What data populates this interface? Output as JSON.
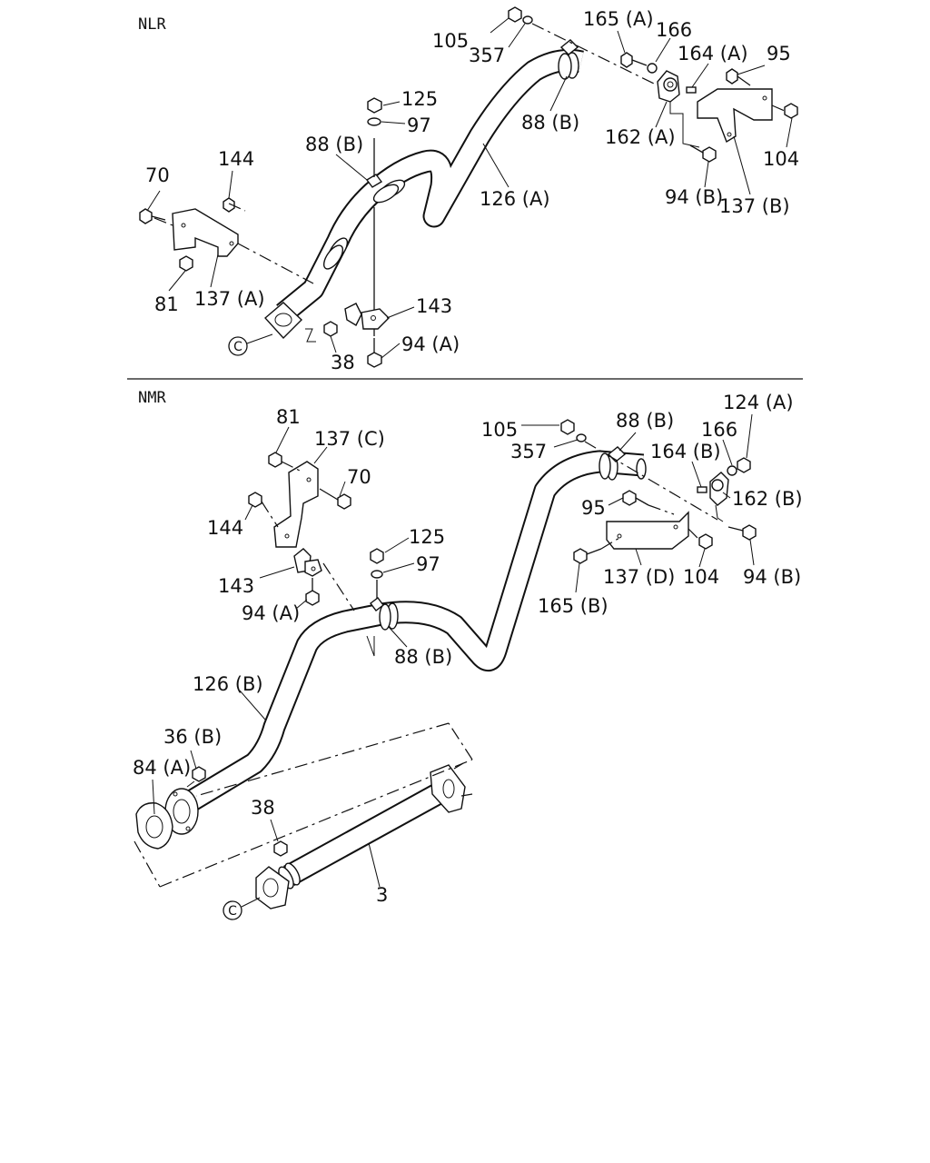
{
  "sections": {
    "top": "NLR",
    "bottom": "NMR"
  },
  "connector_label": "C",
  "nlr": {
    "l105": "105",
    "l357": "357",
    "l165a": "165 (A)",
    "l166": "166",
    "l164a": "164 (A)",
    "l95": "95",
    "l125": "125",
    "l97": "97",
    "l88b_top": "88 (B)",
    "l88b_right": "88 (B)",
    "l162a": "162 (A)",
    "l104": "104",
    "l70": "70",
    "l144": "144",
    "l126a": "126 (A)",
    "l94b": "94 (B)",
    "l137b": "137 (B)",
    "l81": "81",
    "l137a": "137 (A)",
    "l143": "143",
    "l38": "38",
    "l94a": "94 (A)"
  },
  "nmr": {
    "l124a": "124 (A)",
    "l105": "105",
    "l88b_top": "88 (B)",
    "l81": "81",
    "l357": "357",
    "l166": "166",
    "l137c": "137 (C)",
    "l164b": "164 (B)",
    "l70": "70",
    "l162b": "162 (B)",
    "l95": "95",
    "l144": "144",
    "l125": "125",
    "l97": "97",
    "l137d": "137 (D)",
    "l104": "104",
    "l94b": "94 (B)",
    "l143": "143",
    "l165b": "165 (B)",
    "l94a": "94 (A)",
    "l88b_mid": "88 (B)",
    "l126b": "126 (B)",
    "l36b": "36 (B)",
    "l84a": "84 (A)",
    "l38": "38",
    "l3": "3"
  }
}
